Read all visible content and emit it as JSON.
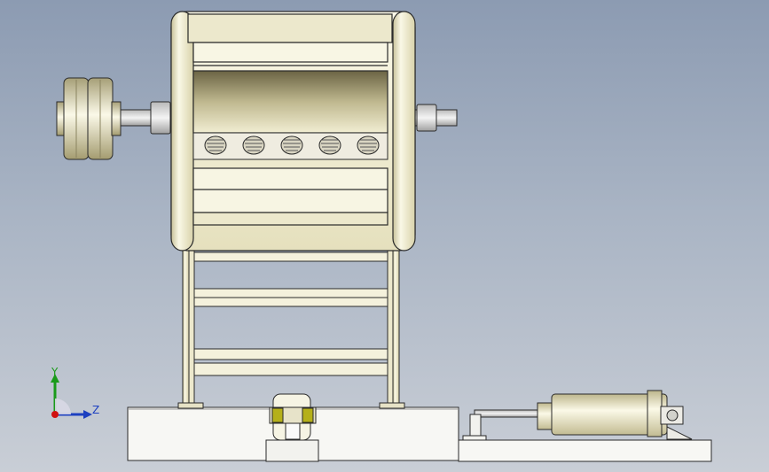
{
  "axes": {
    "y_label": "Y",
    "z_label": "Z"
  },
  "colors": {
    "background_top": "#8c9bb2",
    "background_bottom": "#c9ced6",
    "part_cream": "#f2efd8",
    "part_shadow": "#c9c39a",
    "steel": "#d8d8d8",
    "edge": "#2a2a2a",
    "axis_y": "#1a9a1a",
    "axis_z": "#1c3fc0",
    "axis_x": "#d01010"
  },
  "model": {
    "components": [
      "crusher-drum-housing",
      "pulley-flywheel",
      "drive-shaft",
      "rotor-blades",
      "support-frame",
      "base-plate",
      "hydraulic-cylinder",
      "motor-coupling"
    ]
  }
}
